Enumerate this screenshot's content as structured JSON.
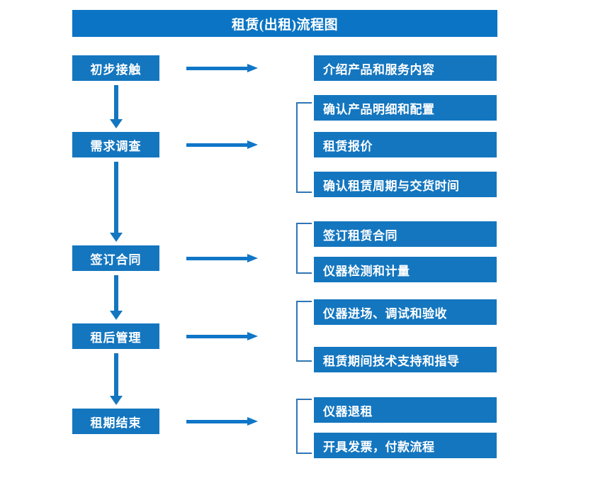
{
  "title": "租赁(出租)流程图",
  "colors": {
    "title_bar": "#0b74c4",
    "box": "#1476bf",
    "arrow": "#0f76c8",
    "bracket": "#2f75b5",
    "text": "#ffffff",
    "background": "#ffffff"
  },
  "stages": [
    {
      "label": "初步接触"
    },
    {
      "label": "需求调查"
    },
    {
      "label": "签订合同"
    },
    {
      "label": "租后管理"
    },
    {
      "label": "租期结束"
    }
  ],
  "details": [
    {
      "label": "介绍产品和服务内容"
    },
    {
      "label": "确认产品明细和配置"
    },
    {
      "label": "租赁报价"
    },
    {
      "label": "确认租赁周期与交货时间"
    },
    {
      "label": "签订租赁合同"
    },
    {
      "label": "仪器检测和计量"
    },
    {
      "label": "仪器进场、调试和验收"
    },
    {
      "label": "租赁期间技术支持和指导"
    },
    {
      "label": "仪器退租"
    },
    {
      "label": "开具发票，付款流程"
    }
  ],
  "flow": {
    "stage_to_detail_arrow": "right-arrow",
    "stage_to_stage_arrow": "down-arrow"
  }
}
